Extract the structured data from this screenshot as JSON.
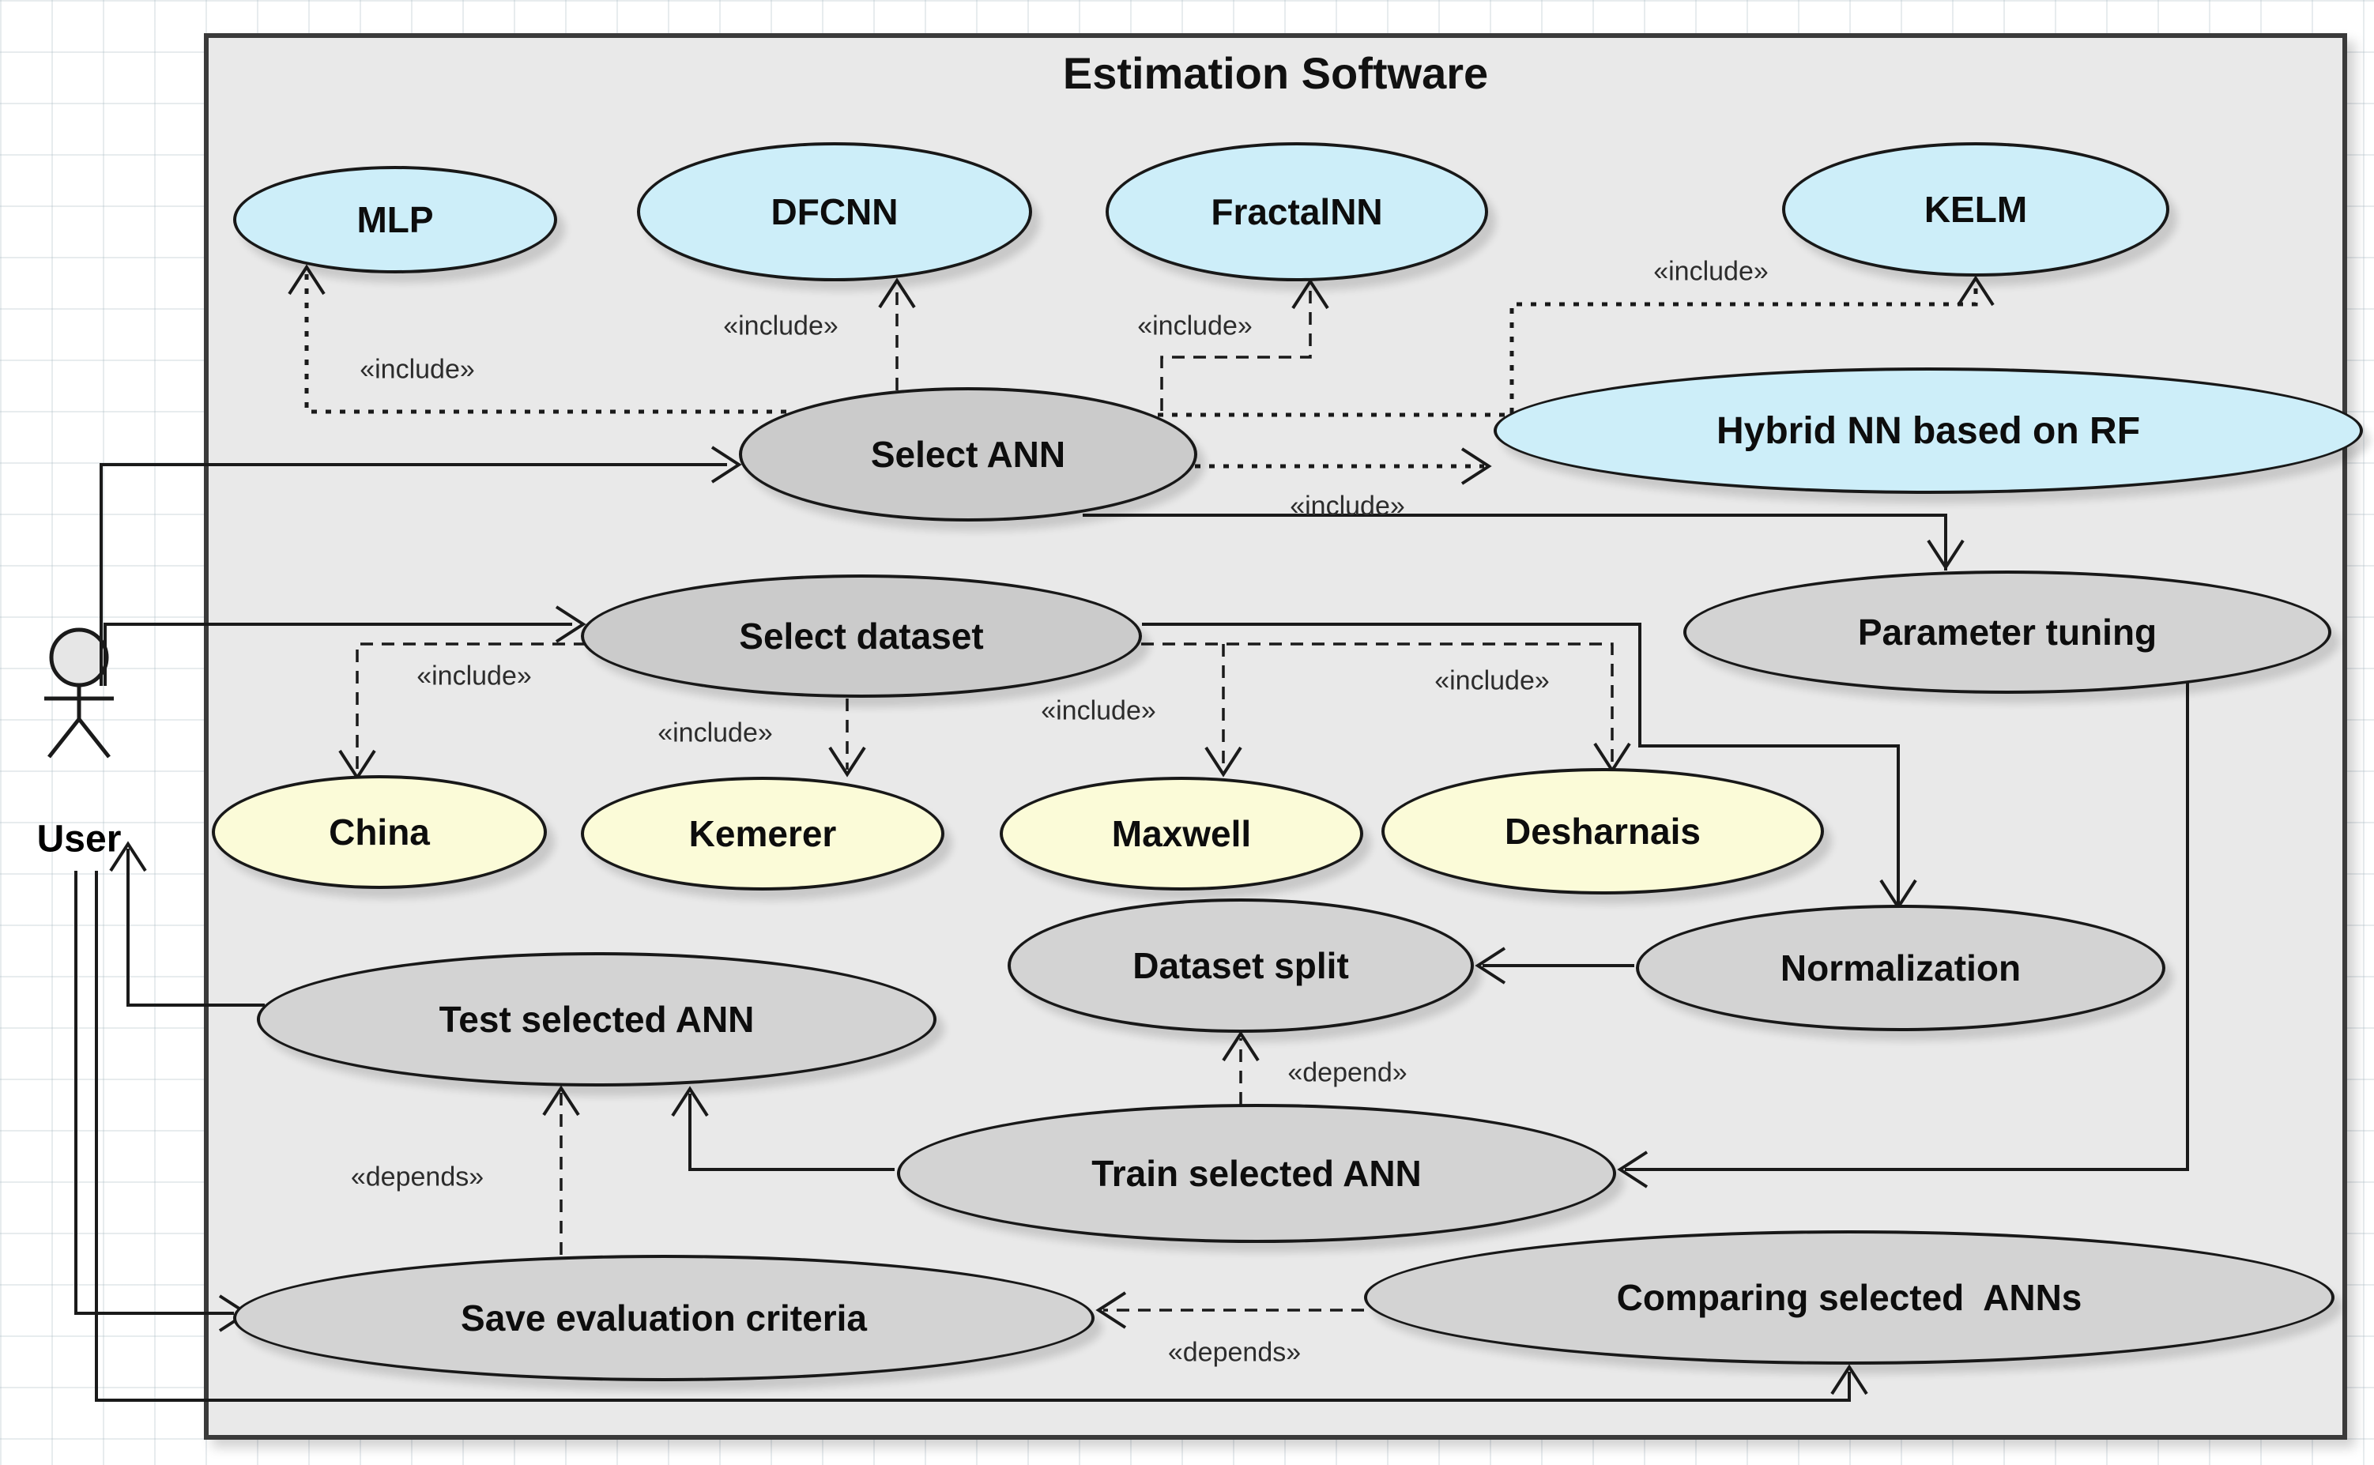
{
  "diagram": {
    "title": "Estimation Software",
    "actor": {
      "label": "User"
    },
    "use_cases": [
      {
        "id": "mlp",
        "label": "MLP",
        "category": "ann"
      },
      {
        "id": "dfcnn",
        "label": "DFCNN",
        "category": "ann"
      },
      {
        "id": "fractalnn",
        "label": "FractalNN",
        "category": "ann"
      },
      {
        "id": "kelm",
        "label": "KELM",
        "category": "ann"
      },
      {
        "id": "hybrid",
        "label": "Hybrid NN based on RF",
        "category": "ann"
      },
      {
        "id": "select-ann",
        "label": "Select ANN",
        "category": "action"
      },
      {
        "id": "select-dataset",
        "label": "Select dataset",
        "category": "action"
      },
      {
        "id": "parameter-tuning",
        "label": "Parameter tuning",
        "category": "action"
      },
      {
        "id": "china",
        "label": "China",
        "category": "dataset"
      },
      {
        "id": "kemerer",
        "label": "Kemerer",
        "category": "dataset"
      },
      {
        "id": "maxwell",
        "label": "Maxwell",
        "category": "dataset"
      },
      {
        "id": "desharnais",
        "label": "Desharnais",
        "category": "dataset"
      },
      {
        "id": "dataset-split",
        "label": "Dataset split",
        "category": "action"
      },
      {
        "id": "normalization",
        "label": "Normalization",
        "category": "action"
      },
      {
        "id": "test-ann",
        "label": "Test selected ANN",
        "category": "action"
      },
      {
        "id": "train-ann",
        "label": "Train selected ANN",
        "category": "action"
      },
      {
        "id": "save-criteria",
        "label": "Save evaluation criteria",
        "category": "action"
      },
      {
        "id": "compare-anns",
        "label": "Comparing selected  ANNs",
        "category": "action"
      }
    ],
    "stereotype_labels": [
      {
        "id": "include-mlp",
        "text": "«include»"
      },
      {
        "id": "include-dfcnn",
        "text": "«include»"
      },
      {
        "id": "include-fractalnn",
        "text": "«include»"
      },
      {
        "id": "include-kelm",
        "text": "«include»"
      },
      {
        "id": "include-hybrid",
        "text": "«include»"
      },
      {
        "id": "include-china",
        "text": "«include»"
      },
      {
        "id": "include-kemerer",
        "text": "«include»"
      },
      {
        "id": "include-maxwell",
        "text": "«include»"
      },
      {
        "id": "include-desharnais",
        "text": "«include»"
      },
      {
        "id": "depend-dataset-split",
        "text": "«depend»"
      },
      {
        "id": "depends-test",
        "text": "«depends»"
      },
      {
        "id": "depends-save",
        "text": "«depends»"
      }
    ]
  },
  "colors": {
    "ann_fill": "#cdeef9",
    "dataset_fill": "#fbfbd8",
    "action_fill": "#d3d3d3",
    "action_fill_dark": "#cbcbcb",
    "boundary_fill": "#e9e9e9"
  }
}
